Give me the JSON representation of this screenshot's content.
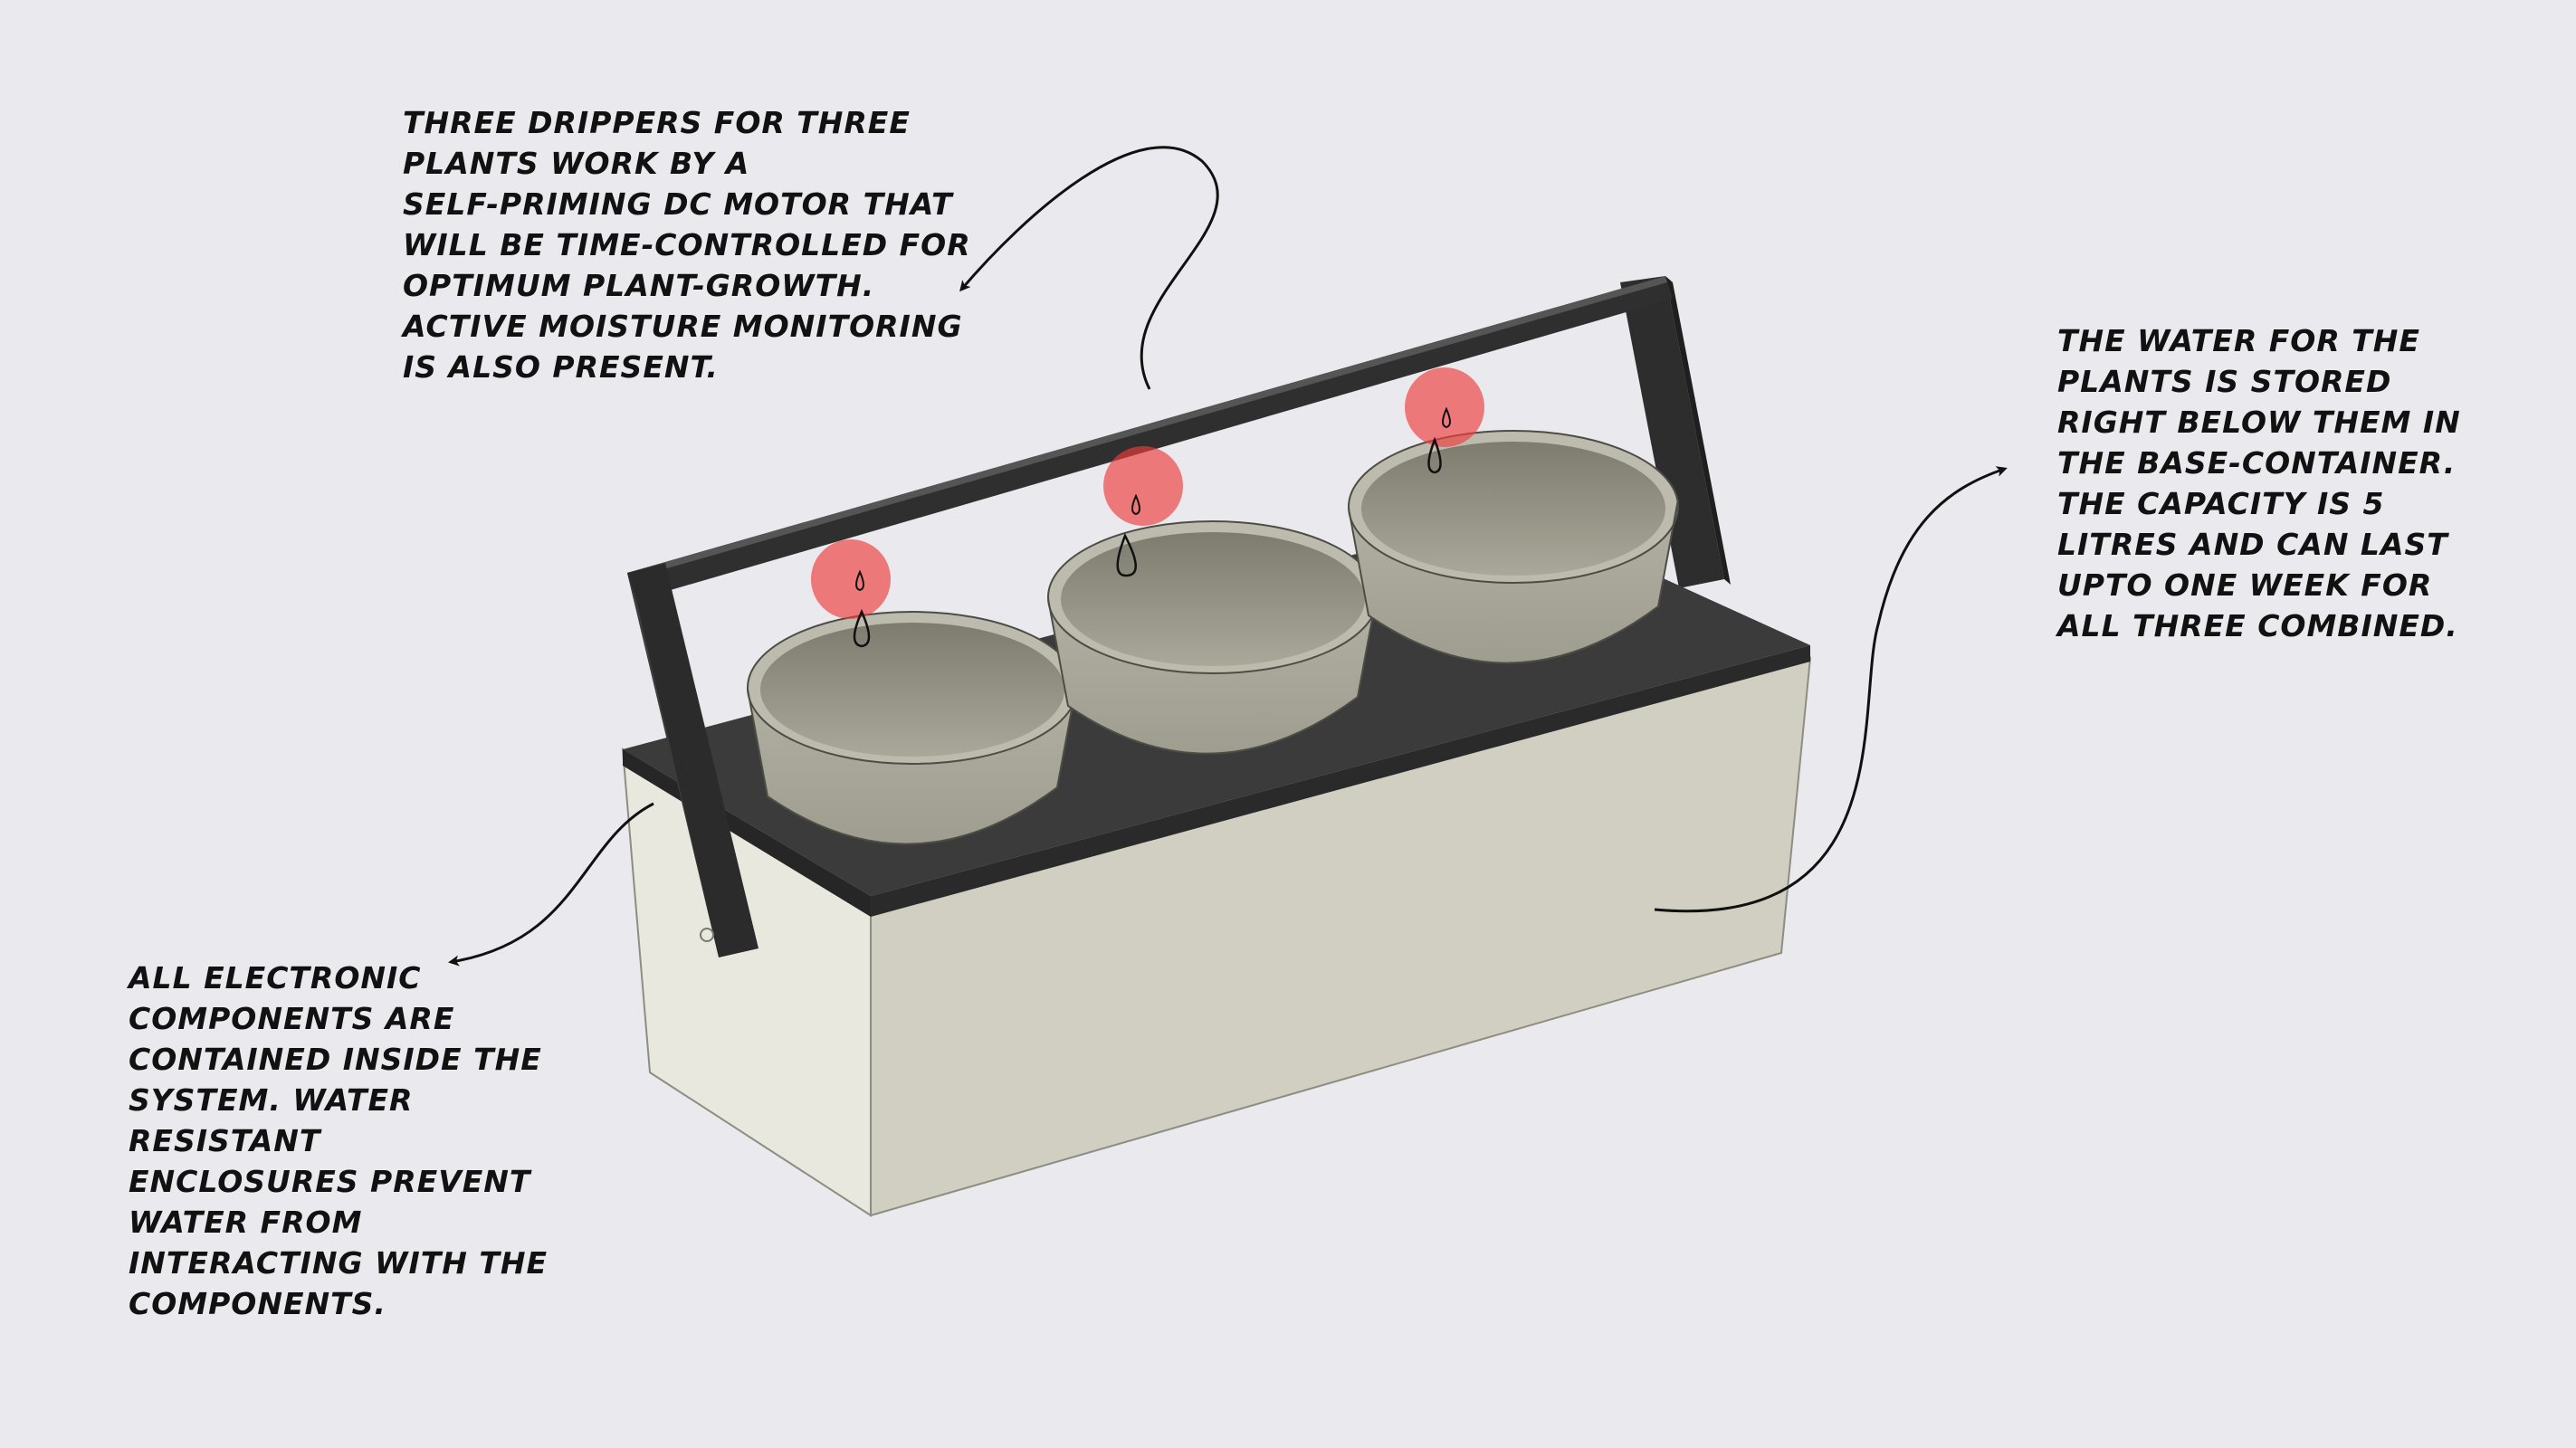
{
  "annotations": {
    "drippers": {
      "lines": [
        "THREE DRIPPERS FOR THREE",
        "PLANTS WORK BY A",
        "SELF-PRIMING DC MOTOR THAT",
        "WILL BE TIME-CONTROLLED FOR",
        "OPTIMUM PLANT-GROWTH.",
        "ACTIVE MOISTURE MONITORING",
        "IS ALSO PRESENT."
      ]
    },
    "water": {
      "lines": [
        "THE WATER FOR THE",
        "PLANTS IS STORED",
        "RIGHT BELOW THEM IN",
        "THE BASE-CONTAINER.",
        "THE CAPACITY IS 5",
        "LITRES AND CAN LAST",
        "UPTO ONE WEEK FOR",
        "ALL THREE COMBINED."
      ]
    },
    "electronics": {
      "lines": [
        "ALL ELECTRONIC",
        "COMPONENTS ARE",
        "CONTAINED INSIDE THE",
        "SYSTEM. WATER",
        "RESISTANT",
        "ENCLOSURES PREVENT",
        "WATER FROM",
        "INTERACTING WITH THE",
        "COMPONENTS."
      ]
    }
  },
  "colors": {
    "background": "#e9e9ee",
    "box_front": "#d0cfc0",
    "box_side": "#e8e7dc",
    "lid": "#3b3b3b",
    "handle": "#2d2d2d",
    "pot_outer": "#a7a697",
    "pot_inner": "#8d8c7d",
    "dripper_highlight": "#f03c3c",
    "ink": "#111111"
  }
}
